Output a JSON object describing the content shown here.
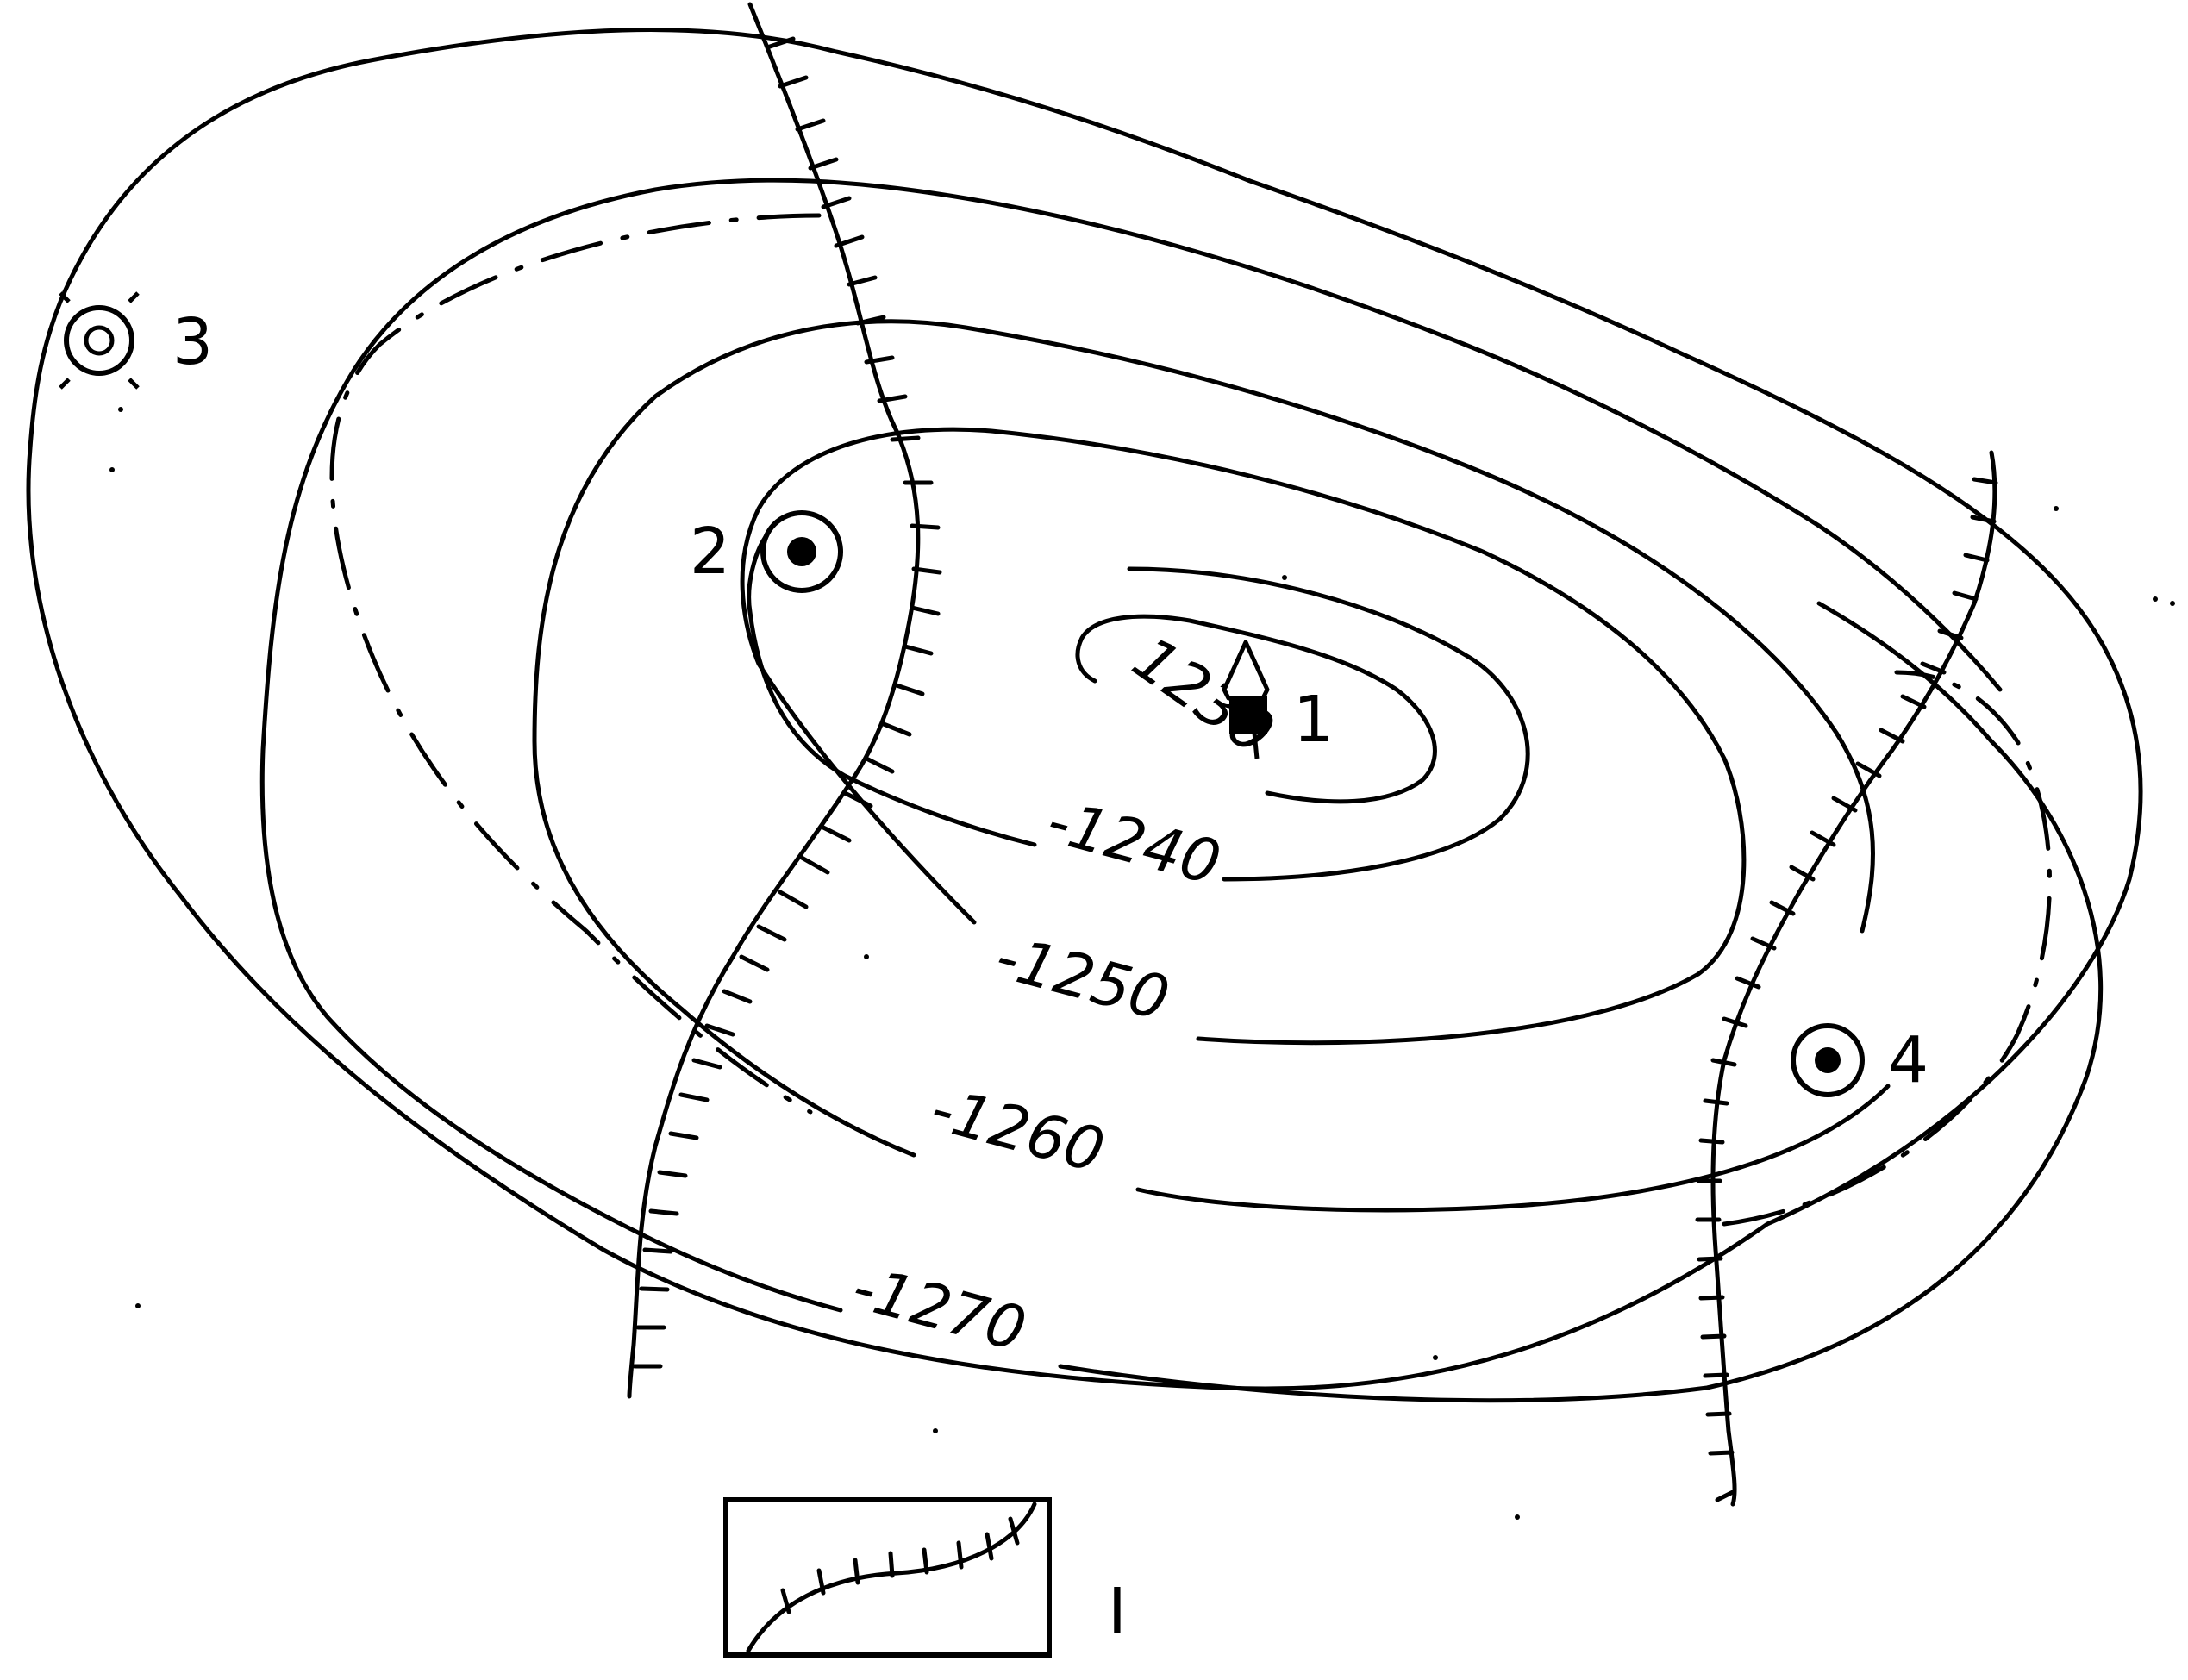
{
  "contours": {
    "labels": [
      "1230",
      "-1240",
      "-1250",
      "-1260",
      "-1270"
    ]
  },
  "wells": [
    {
      "number": "1",
      "symbol": "producing-well-arrow-icon"
    },
    {
      "number": "2",
      "symbol": "oil-well-icon"
    },
    {
      "number": "3",
      "symbol": "dry-well-icon"
    },
    {
      "number": "4",
      "symbol": "oil-well-icon"
    }
  ],
  "legend": {
    "items": [
      {
        "symbol": "fault-line-icon",
        "label": "I"
      }
    ]
  },
  "colors": {
    "ink": "#000000",
    "paper": "#ffffff"
  }
}
